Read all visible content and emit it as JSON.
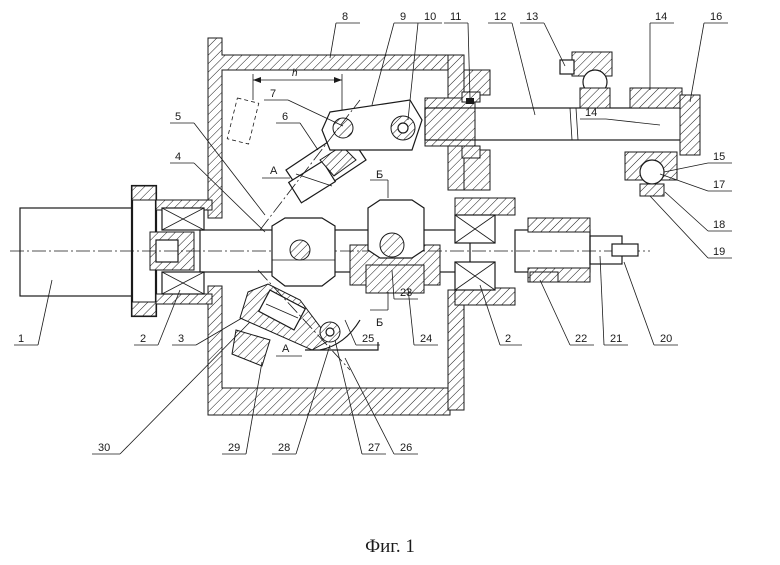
{
  "caption": "Фиг. 1",
  "dimension_label": "h",
  "section_labels": {
    "a": "А",
    "b": "Б"
  },
  "callouts": [
    "1",
    "2",
    "3",
    "4",
    "5",
    "6",
    "7",
    "8",
    "9",
    "10",
    "11",
    "12",
    "13",
    "14",
    "15",
    "16",
    "17",
    "18",
    "19",
    "20",
    "21",
    "22",
    "23",
    "24",
    "25",
    "26",
    "27",
    "28",
    "29",
    "30"
  ],
  "callout_2": "2",
  "callout_14": "14",
  "callout_15": "15"
}
